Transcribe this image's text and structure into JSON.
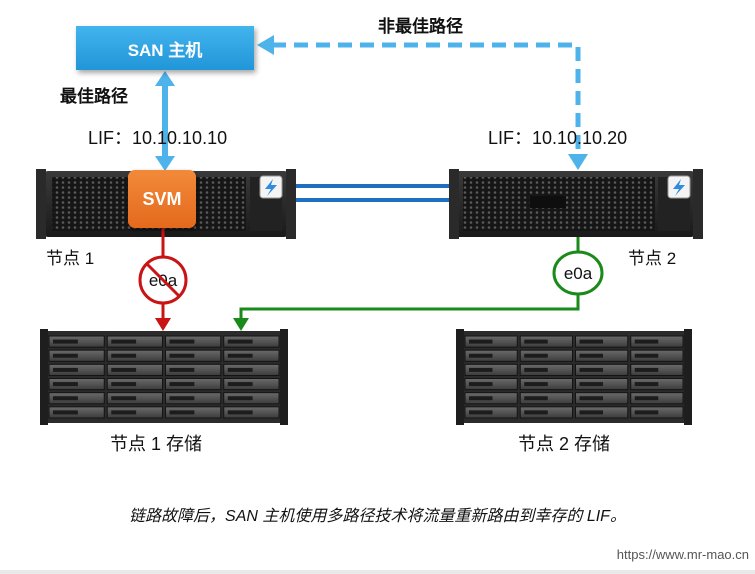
{
  "san_host": {
    "label": "SAN 主机"
  },
  "non_optimal_path_label": "非最佳路径",
  "optimal_path_label": "最佳路径",
  "lif_left": "LIF：10.10.10.10",
  "lif_right": "LIF：10.10.10.20",
  "svm_label": "SVM",
  "node1": {
    "label": "节点 1",
    "port": "e0a",
    "port_status": "failed"
  },
  "node2": {
    "label": "节点 2",
    "port": "e0a",
    "port_status": "active"
  },
  "storage1_label": "节点 1 存储",
  "storage2_label": "节点 2 存储",
  "caption": "链路故障后，SAN 主机使用多路径技术将流量重新路由到幸存的 LIF。",
  "url": "https://www.mr-mao.cn",
  "colors": {
    "path_blue": "#4db3ea",
    "svm_orange": "#e9701f",
    "failed_red": "#c81414",
    "active_green": "#1a8a1a",
    "cluster_link": "#1f6fc0"
  },
  "icons": {
    "controller_badge": "lightning-icon"
  }
}
